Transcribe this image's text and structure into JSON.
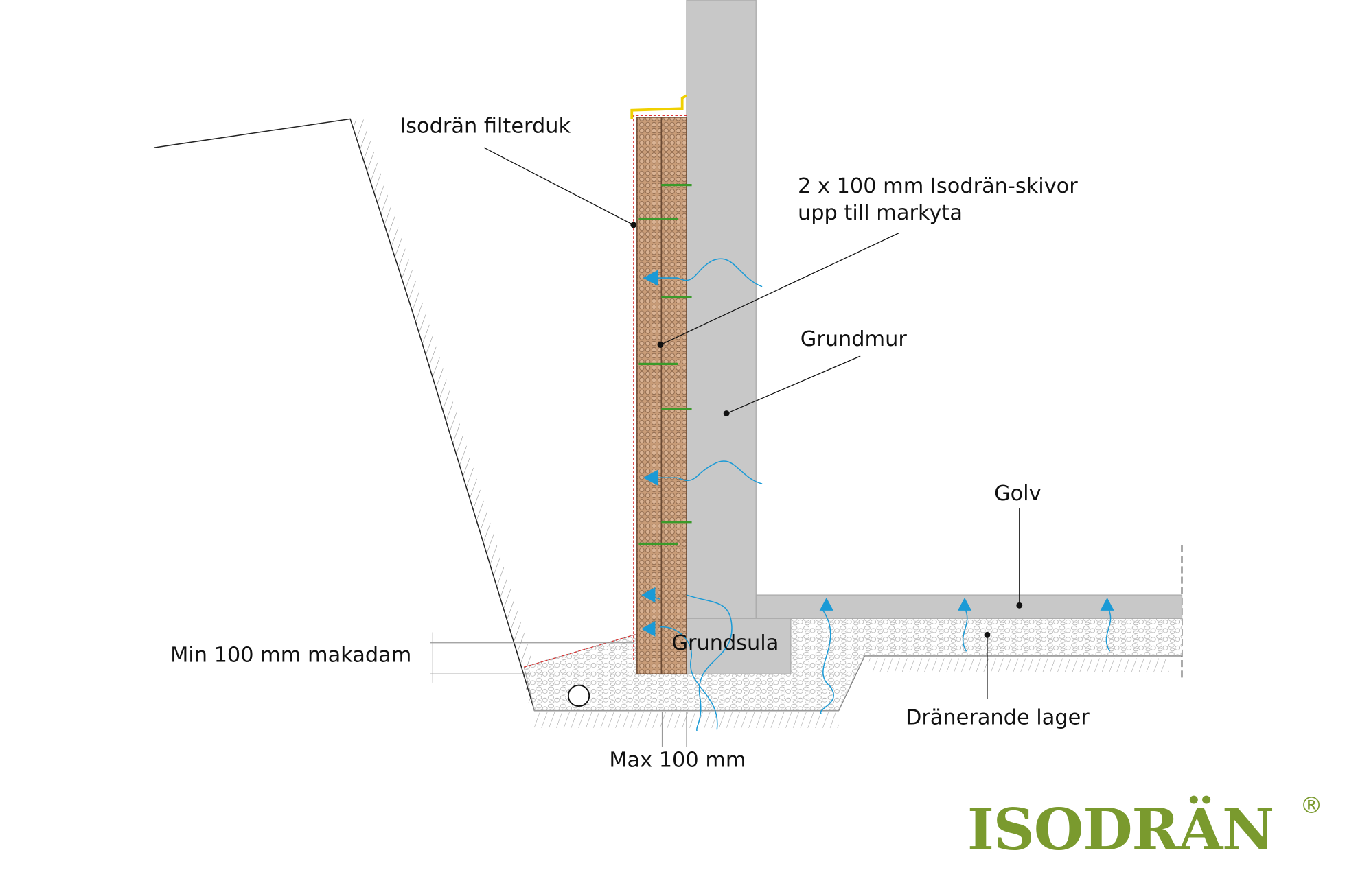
{
  "labels": {
    "filterduk": "Isodrän filterduk",
    "skivor_line1": "2 x 100 mm Isodrän-skivor",
    "skivor_line2": "upp till markyta",
    "grundmur": "Grundmur",
    "golv": "Golv",
    "grundsula": "Grundsula",
    "min_makadam": "Min 100 mm makadam",
    "max_100": "Max 100 mm",
    "dranerande": "Dränerande lager"
  },
  "logo": {
    "text": "ISODRÄN",
    "registered": "®"
  },
  "colors": {
    "brand_green": "#7a9a2e",
    "water_blue": "#1a9ad6",
    "board_brown": "#b98a66",
    "concrete": "#c8c8c8"
  }
}
